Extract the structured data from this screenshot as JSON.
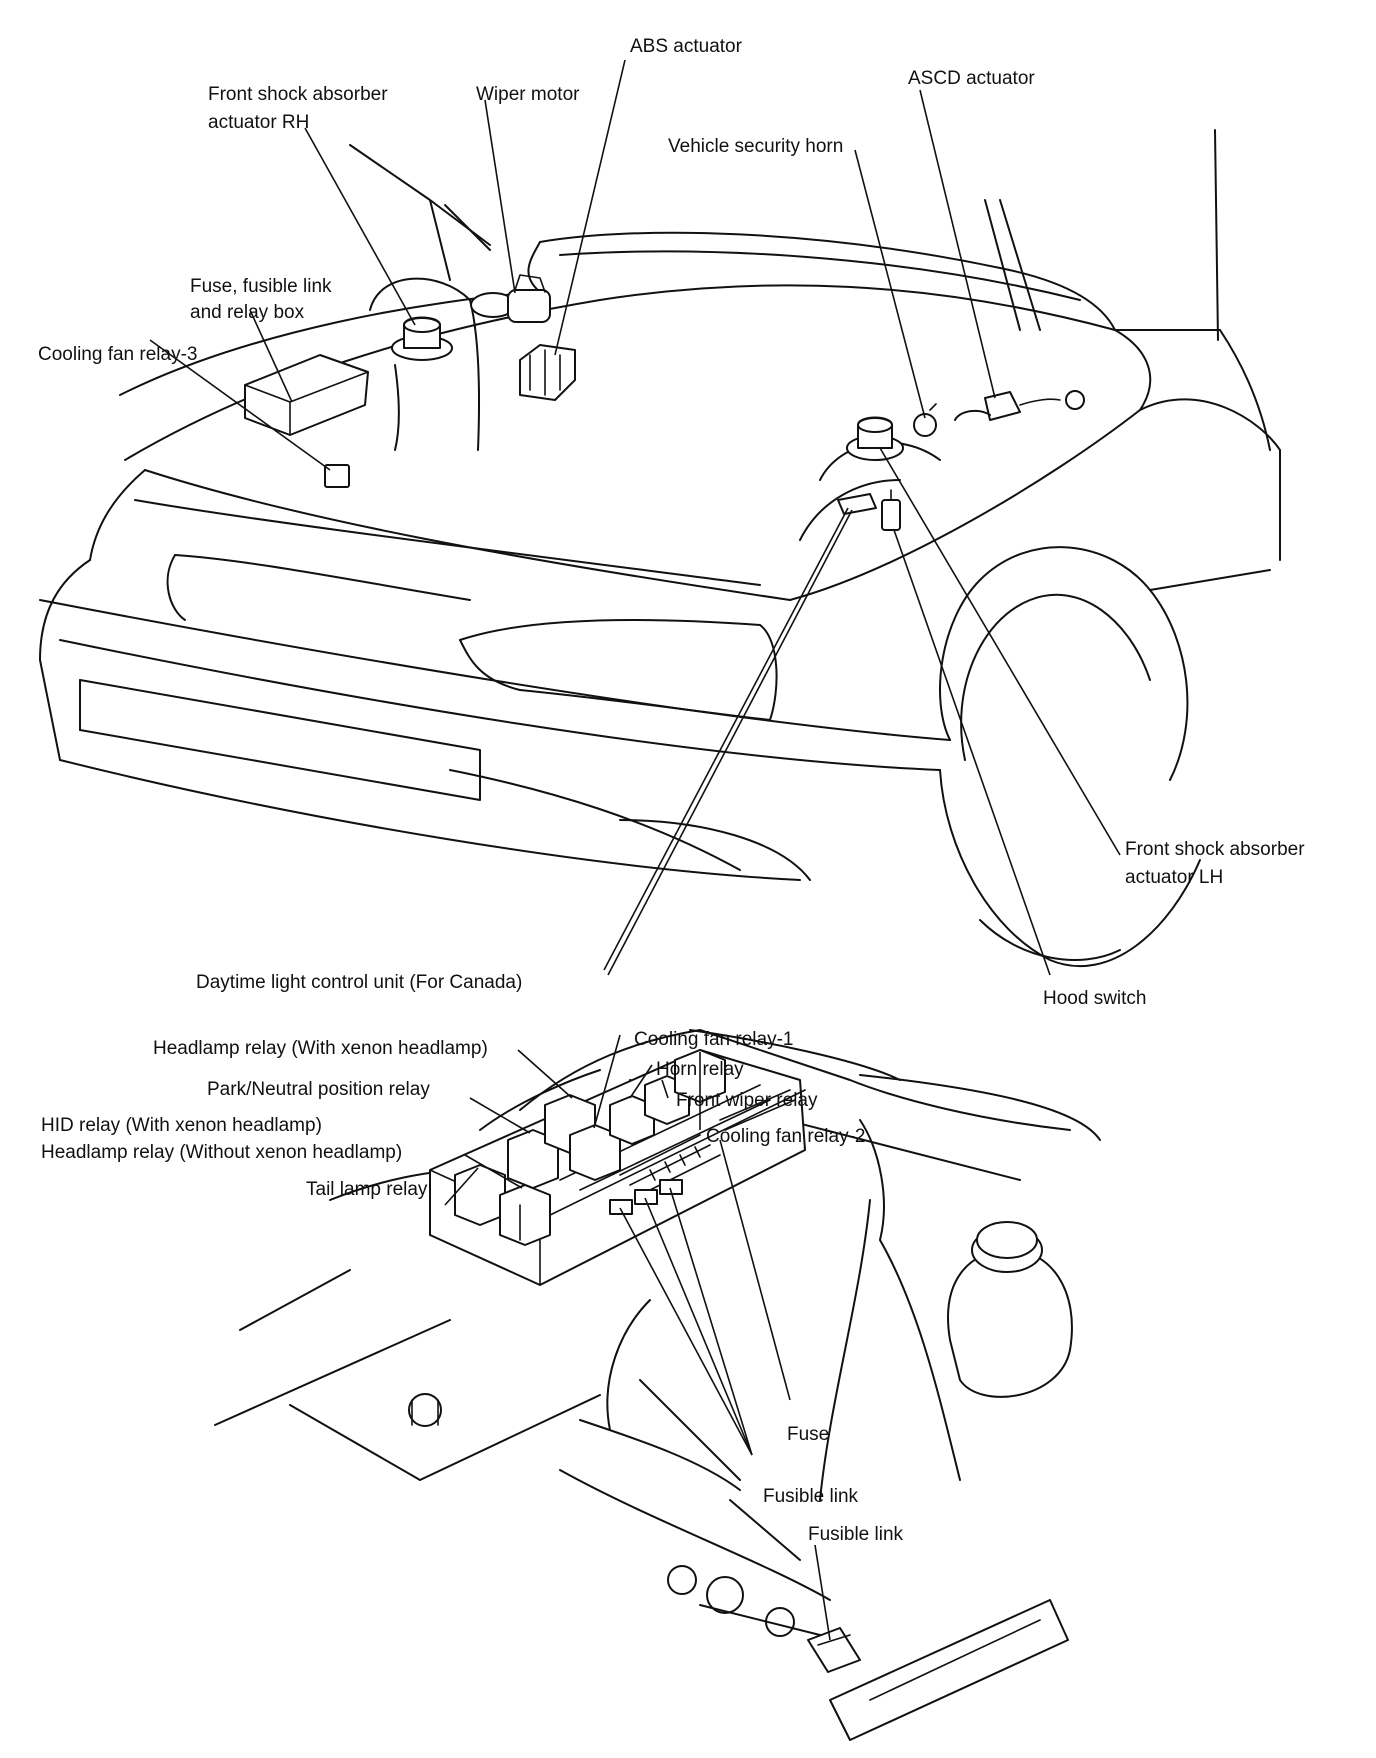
{
  "labels": {
    "abs_actuator": "ABS actuator",
    "front_shock_rh_1": "Front shock absorber",
    "front_shock_rh_2": "actuator RH",
    "wiper_motor": "Wiper motor",
    "ascd_actuator": "ASCD actuator",
    "vehicle_security_horn": "Vehicle security horn",
    "fuse_box_1": "Fuse, fusible link",
    "fuse_box_2": "and relay box",
    "cooling_fan_relay_3": "Cooling fan relay-3",
    "front_shock_lh_1": "Front shock absorber",
    "front_shock_lh_2": "actuator LH",
    "daytime_light": "Daytime light control unit (For Canada)",
    "hood_switch": "Hood switch",
    "headlamp_relay_xenon": "Headlamp relay (With xenon headlamp)",
    "cooling_fan_relay_1": "Cooling fan relay-1",
    "horn_relay": "Horn relay",
    "park_neutral_relay": "Park/Neutral position relay",
    "front_wiper_relay": "Front wiper relay",
    "hid_relay": "HID relay (With xenon headlamp)",
    "cooling_fan_relay_2": "Cooling fan relay-2",
    "headlamp_relay_no_xenon": "Headlamp relay (Without xenon headlamp)",
    "tail_lamp_relay": "Tail lamp relay",
    "fuse": "Fuse",
    "fusible_link_1": "Fusible link",
    "fusible_link_2": "Fusible link"
  }
}
